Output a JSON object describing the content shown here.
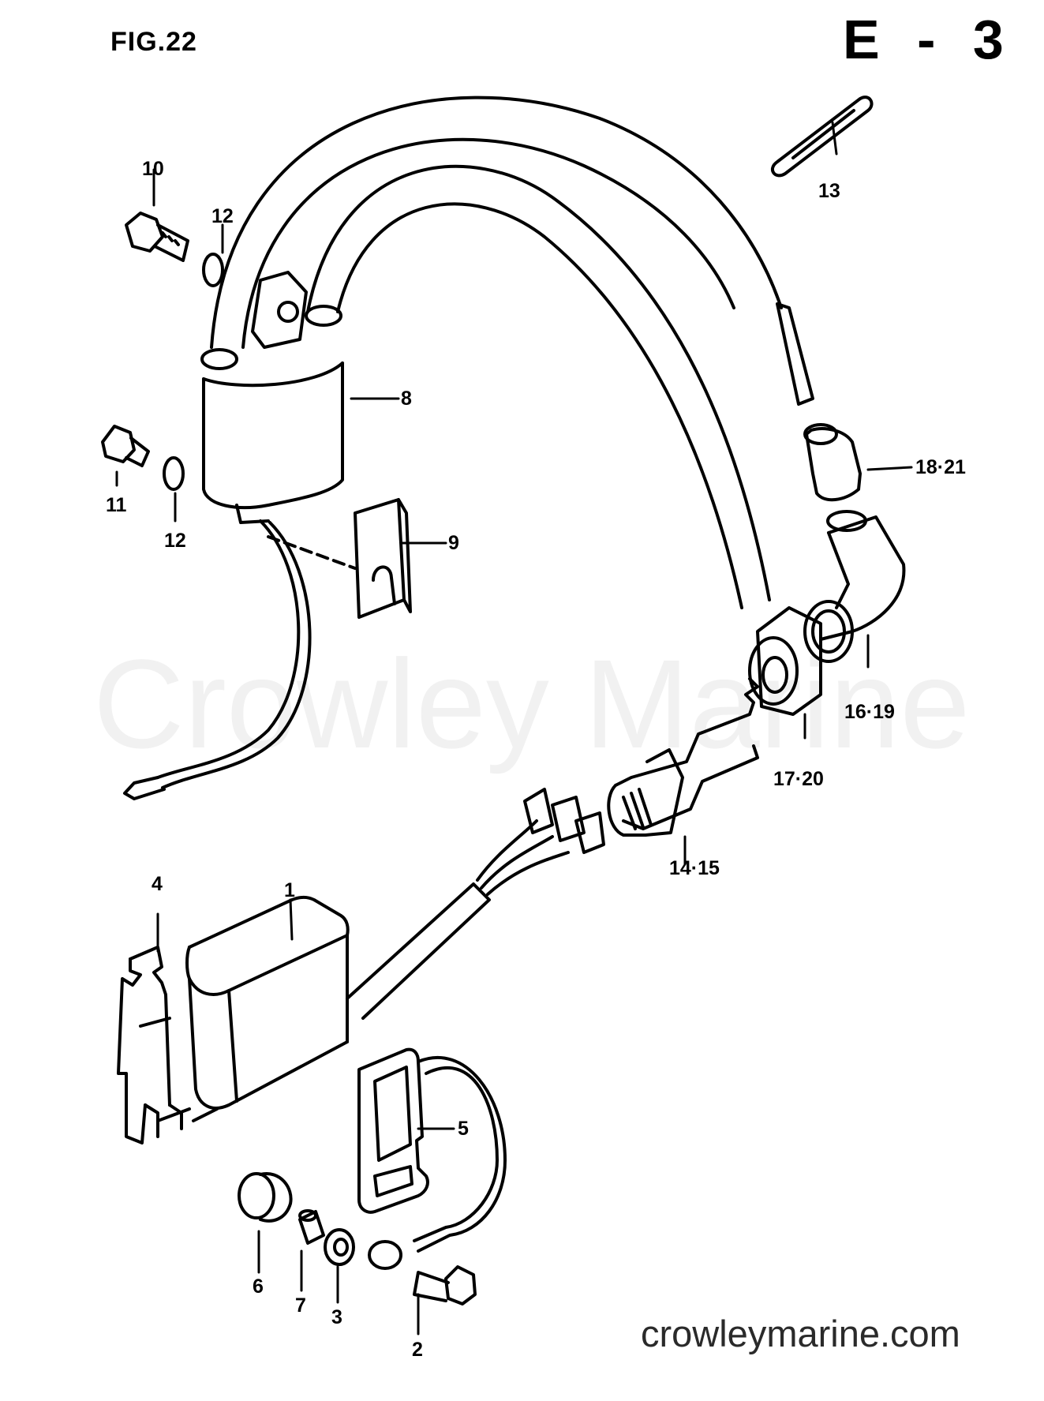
{
  "header": {
    "figure": "FIG.22",
    "section": "E - 3"
  },
  "watermark": "Crowley Marine",
  "footer": {
    "website": "crowleymarine.com"
  },
  "callouts": [
    {
      "id": "1",
      "text": "1"
    },
    {
      "id": "2",
      "text": "2"
    },
    {
      "id": "3",
      "text": "3"
    },
    {
      "id": "4",
      "text": "4"
    },
    {
      "id": "5",
      "text": "5"
    },
    {
      "id": "6",
      "text": "6"
    },
    {
      "id": "7",
      "text": "7"
    },
    {
      "id": "8",
      "text": "8"
    },
    {
      "id": "9",
      "text": "9"
    },
    {
      "id": "10",
      "text": "10"
    },
    {
      "id": "11",
      "text": "11"
    },
    {
      "id": "12a",
      "text": "12"
    },
    {
      "id": "12b",
      "text": "12"
    },
    {
      "id": "13",
      "text": "13"
    },
    {
      "id": "14-15",
      "text": "14·15"
    },
    {
      "id": "16-19",
      "text": "16·19"
    },
    {
      "id": "17-20",
      "text": "17·20"
    },
    {
      "id": "18-21",
      "text": "18·21"
    }
  ]
}
